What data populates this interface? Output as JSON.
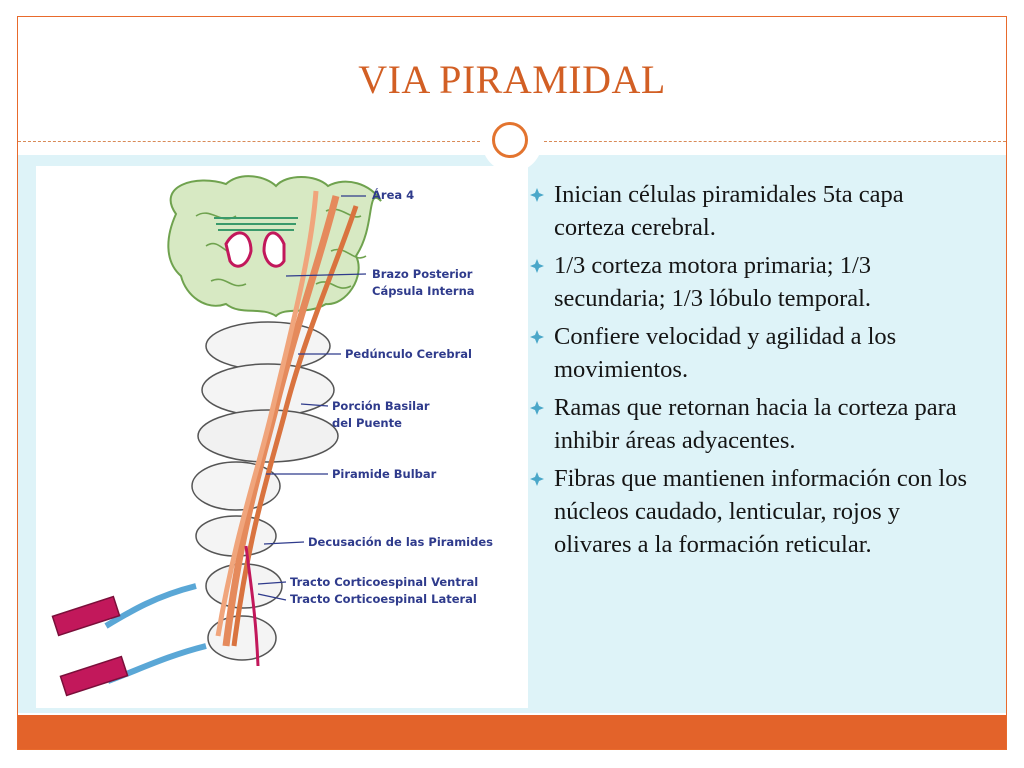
{
  "slide": {
    "title": "VIA PIRAMIDAL",
    "colors": {
      "accent": "#e3632a",
      "title": "#d25f24",
      "content_background": "#def3f8",
      "label_text": "#2f3b8c"
    }
  },
  "figure": {
    "labels": [
      "Área 4",
      "Brazo Posterior",
      "Cápsula Interna",
      "Pedúnculo Cerebral",
      "Porción Basilar",
      "del Puente",
      "Piramide Bulbar",
      "Decusación de las Piramides",
      "Tracto Corticoespinal Ventral",
      "Tracto Corticoespinal Lateral"
    ]
  },
  "bullets": {
    "icon": "diamond-bullet-icon",
    "items": [
      "Inician  células piramidales 5ta capa corteza cerebral.",
      "1/3 corteza motora primaria; 1/3 secundaria; 1/3 lóbulo temporal.",
      "Confiere velocidad y agilidad a los movimientos.",
      "Ramas que retornan hacia la corteza para inhibir áreas adyacentes.",
      "Fibras que mantienen información con los núcleos caudado, lenticular, rojos y olivares a la formación reticular."
    ]
  }
}
